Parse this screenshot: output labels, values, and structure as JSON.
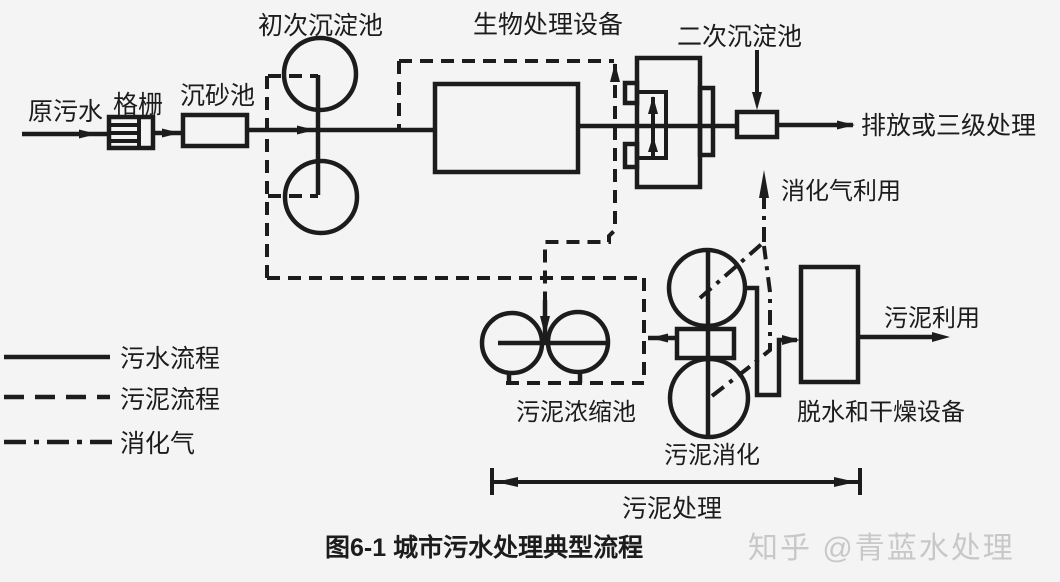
{
  "meta": {
    "background_color": "#f4f4f4",
    "ink_color": "#1c1c1c",
    "watermark_color": "#c8c8c8"
  },
  "labels": {
    "raw_sewage": "原污水",
    "bar_screen": "格栅",
    "grit_chamber": "沉砂池",
    "primary_sedimentation": "初次沉淀池",
    "biological_treatment": "生物处理设备",
    "secondary_sedimentation": "二次沉淀池",
    "discharge": "排放或三级处理",
    "digestion_gas_use": "消化气利用",
    "sludge_thickener": "污泥浓缩池",
    "sludge_digestion": "污泥消化",
    "dewatering_drying": "脱水和干燥设备",
    "sludge_use": "污泥利用",
    "sludge_treatment_bracket": "污泥处理",
    "caption": "图6-1 城市污水处理典型流程",
    "watermark": "知乎 @青蓝水处理"
  },
  "legend": [
    {
      "style": "solid",
      "label": "污水流程"
    },
    {
      "style": "dashed",
      "label": "污泥流程"
    },
    {
      "style": "dashdot",
      "label": "消化气"
    }
  ]
}
